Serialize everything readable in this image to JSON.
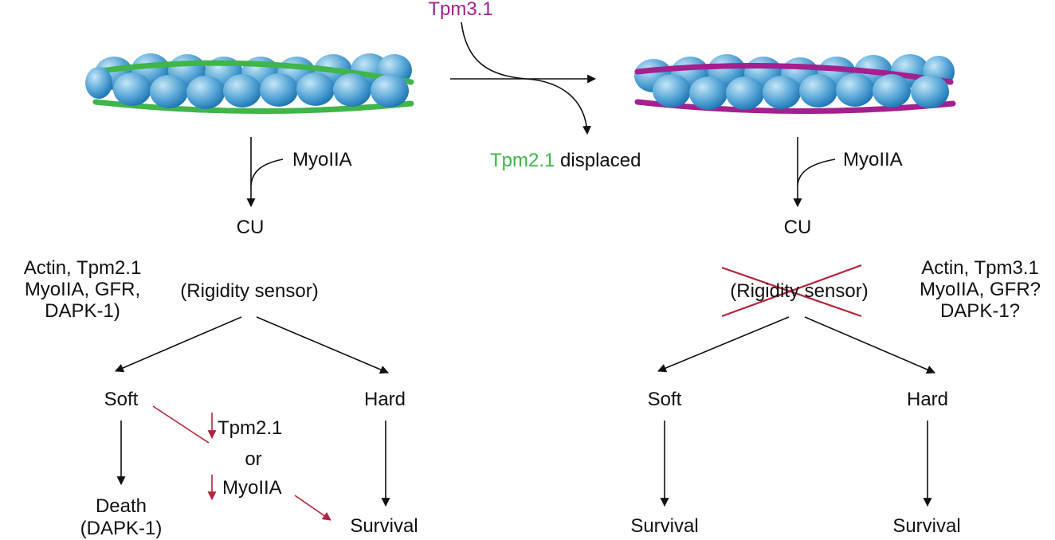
{
  "colors": {
    "actin_light": "#bfe3f6",
    "actin_dark": "#1678b8",
    "tpm21": "#3fb54a",
    "tpm31": "#a3208e",
    "inhibit": "#b4243d",
    "text": "#111111"
  },
  "top": {
    "tpm31_label": "Tpm3.1",
    "tpm21_label": "Tpm2.1",
    "displaced_label": "displaced"
  },
  "left": {
    "myo_label": "MyoIIA",
    "cu_label": "CU",
    "components": [
      "Actin, Tpm2.1",
      "MyoIIA, GFR,",
      "DAPK-1)"
    ],
    "sensor_label": "(Rigidity sensor)",
    "soft_label": "Soft",
    "hard_label": "Hard",
    "death_lines": [
      "Death",
      "(DAPK-1)"
    ],
    "survival_label": "Survival",
    "down_tpm": "Tpm2.1",
    "or_label": "or",
    "down_myo": "MyoIIA"
  },
  "right": {
    "myo_label": "MyoIIA",
    "cu_label": "CU",
    "components": [
      "Actin, Tpm3.1",
      "MyoIIA, GFR?",
      "DAPK-1?"
    ],
    "sensor_label": "(Rigidity sensor)",
    "soft_label": "Soft",
    "hard_label": "Hard",
    "survival_soft": "Survival",
    "survival_hard": "Survival"
  }
}
